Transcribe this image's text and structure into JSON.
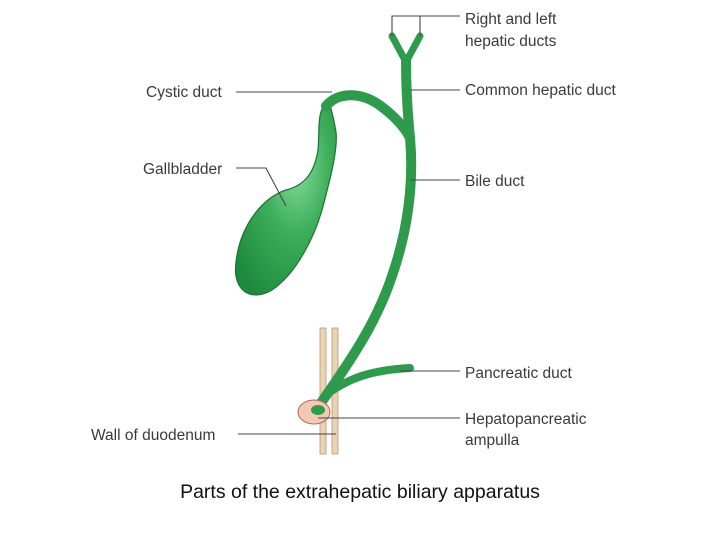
{
  "labels": {
    "right_left_hepatic_line1": "Right and left",
    "right_left_hepatic_line2": "hepatic ducts",
    "cystic_duct": "Cystic duct",
    "common_hepatic_duct": "Common hepatic duct",
    "gallbladder": "Gallbladder",
    "bile_duct": "Bile duct",
    "pancreatic_duct": "Pancreatic duct",
    "ampulla_line1": "Hepatopancreatic",
    "ampulla_line2": "ampulla",
    "wall_of_duodenum": "Wall of duodenum"
  },
  "caption": "Parts of the extrahepatic biliary apparatus",
  "colors": {
    "duct_green": "#2e9a4c",
    "duct_dark": "#1f7a37",
    "gallbladder_light": "#7fd694",
    "duodenum_wall": "#e6c9a8",
    "ampulla_fill": "#f3c8b4",
    "ampulla_stroke": "#a86b52",
    "leader_line": "#444444"
  }
}
